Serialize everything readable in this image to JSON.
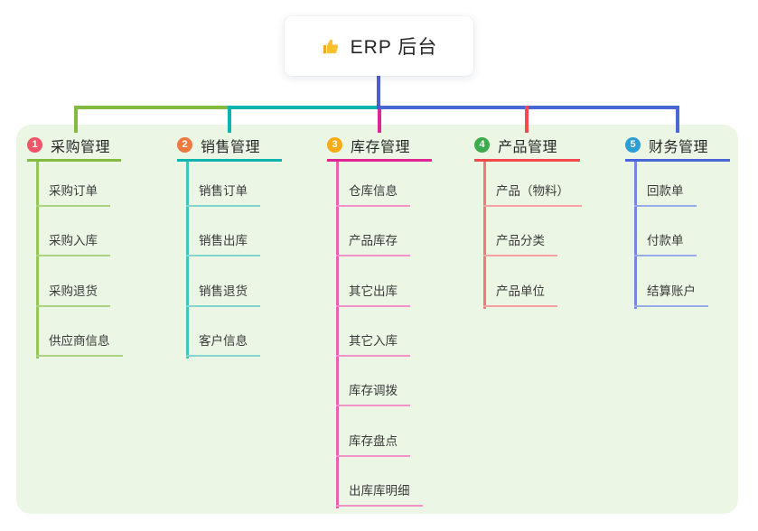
{
  "root": {
    "title": "ERP 后台",
    "icon": "thumbs-up-icon"
  },
  "branches": [
    {
      "index": "1",
      "label": "采购管理",
      "items": [
        "采购订单",
        "采购入库",
        "采购退货",
        "供应商信息"
      ],
      "line_color": "#82bb40",
      "line_mid": "#93c65c",
      "line_light": "#abd381",
      "badge_color": "#f0566a"
    },
    {
      "index": "2",
      "label": "销售管理",
      "items": [
        "销售订单",
        "销售出库",
        "销售退货",
        "客户信息"
      ],
      "line_color": "#10b3ad",
      "line_mid": "#45c3bd",
      "line_light": "#82d5d1",
      "badge_color": "#f0793d"
    },
    {
      "index": "3",
      "label": "库存管理",
      "items": [
        "仓库信息",
        "产品库存",
        "其它出库",
        "其它入库",
        "库存调拨",
        "库存盘点",
        "出库库明细"
      ],
      "line_color": "#dd2694",
      "line_mid": "#ec5fae",
      "line_light": "#f391c8",
      "badge_color": "#f8ab12"
    },
    {
      "index": "4",
      "label": "产品管理",
      "items": [
        "产品（物料）",
        "产品分类",
        "产品单位"
      ],
      "line_color": "#f4494f",
      "line_mid": "#f6777b",
      "line_light": "#f9a0a3",
      "badge_color": "#3cab4c"
    },
    {
      "index": "5",
      "label": "财务管理",
      "items": [
        "回款单",
        "付款单",
        "结算账户"
      ],
      "line_color": "#4a67d6",
      "line_mid": "#7289dd",
      "line_light": "#97abe7",
      "badge_color": "#2b9ed6"
    }
  ],
  "colors": {
    "canvas_bg": "#ebf7e4",
    "root_connector": "#4b5fd1",
    "page_bg": "#ffffff"
  }
}
